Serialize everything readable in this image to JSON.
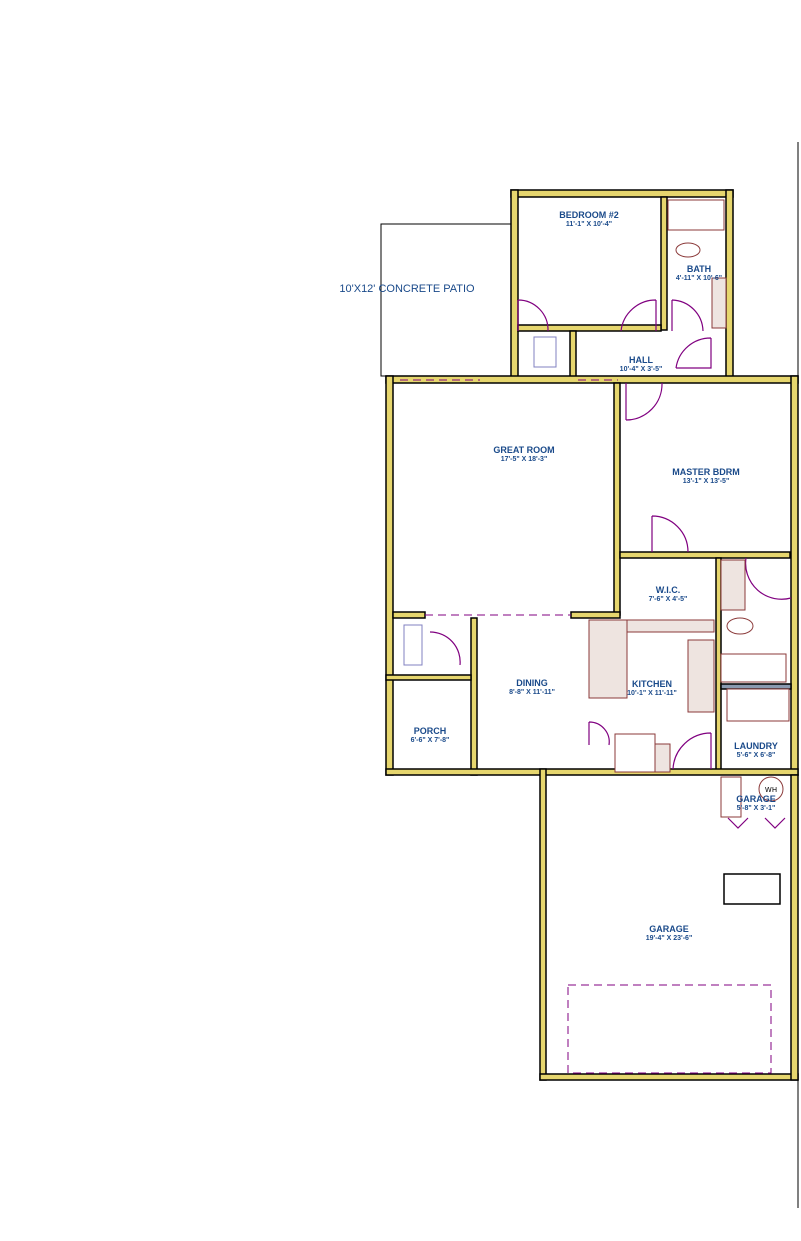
{
  "patio": {
    "label": "10'X12' CONCRETE PATIO"
  },
  "rooms": [
    {
      "id": "bedroom2",
      "name": "BEDROOM #2",
      "dims": "11'-1\" X 10'-4\""
    },
    {
      "id": "bath",
      "name": "BATH",
      "dims": "4'-11\" X 10'-6\""
    },
    {
      "id": "hall",
      "name": "HALL",
      "dims": "10'-4\" X 3'-5\""
    },
    {
      "id": "great-room",
      "name": "GREAT ROOM",
      "dims": "17'-5\" X 18'-3\""
    },
    {
      "id": "master-bdrm",
      "name": "MASTER BDRM",
      "dims": "13'-1\" X 13'-5\""
    },
    {
      "id": "wic",
      "name": "W.I.C.",
      "dims": "7'-6\" X 4'-5\""
    },
    {
      "id": "dining",
      "name": "DINING",
      "dims": "8'-8\" X 11'-11\""
    },
    {
      "id": "kitchen",
      "name": "KITCHEN",
      "dims": "10'-1\" X 11'-11\""
    },
    {
      "id": "porch",
      "name": "PORCH",
      "dims": "6'-6\" X 7'-8\""
    },
    {
      "id": "laundry",
      "name": "LAUNDRY",
      "dims": "5'-6\" X 6'-8\""
    },
    {
      "id": "storage",
      "name": "GARAGE",
      "dims": "5'-8\" X 3'-1\""
    },
    {
      "id": "garage",
      "name": "GARAGE",
      "dims": "19'-4\" X 23'-6\""
    }
  ],
  "fixtures": {
    "water_heater": "WH"
  },
  "colors": {
    "wall": "#e6d66e",
    "label": "#1a4a8a",
    "door": "#800080",
    "fixture": "#8b3a3a"
  }
}
